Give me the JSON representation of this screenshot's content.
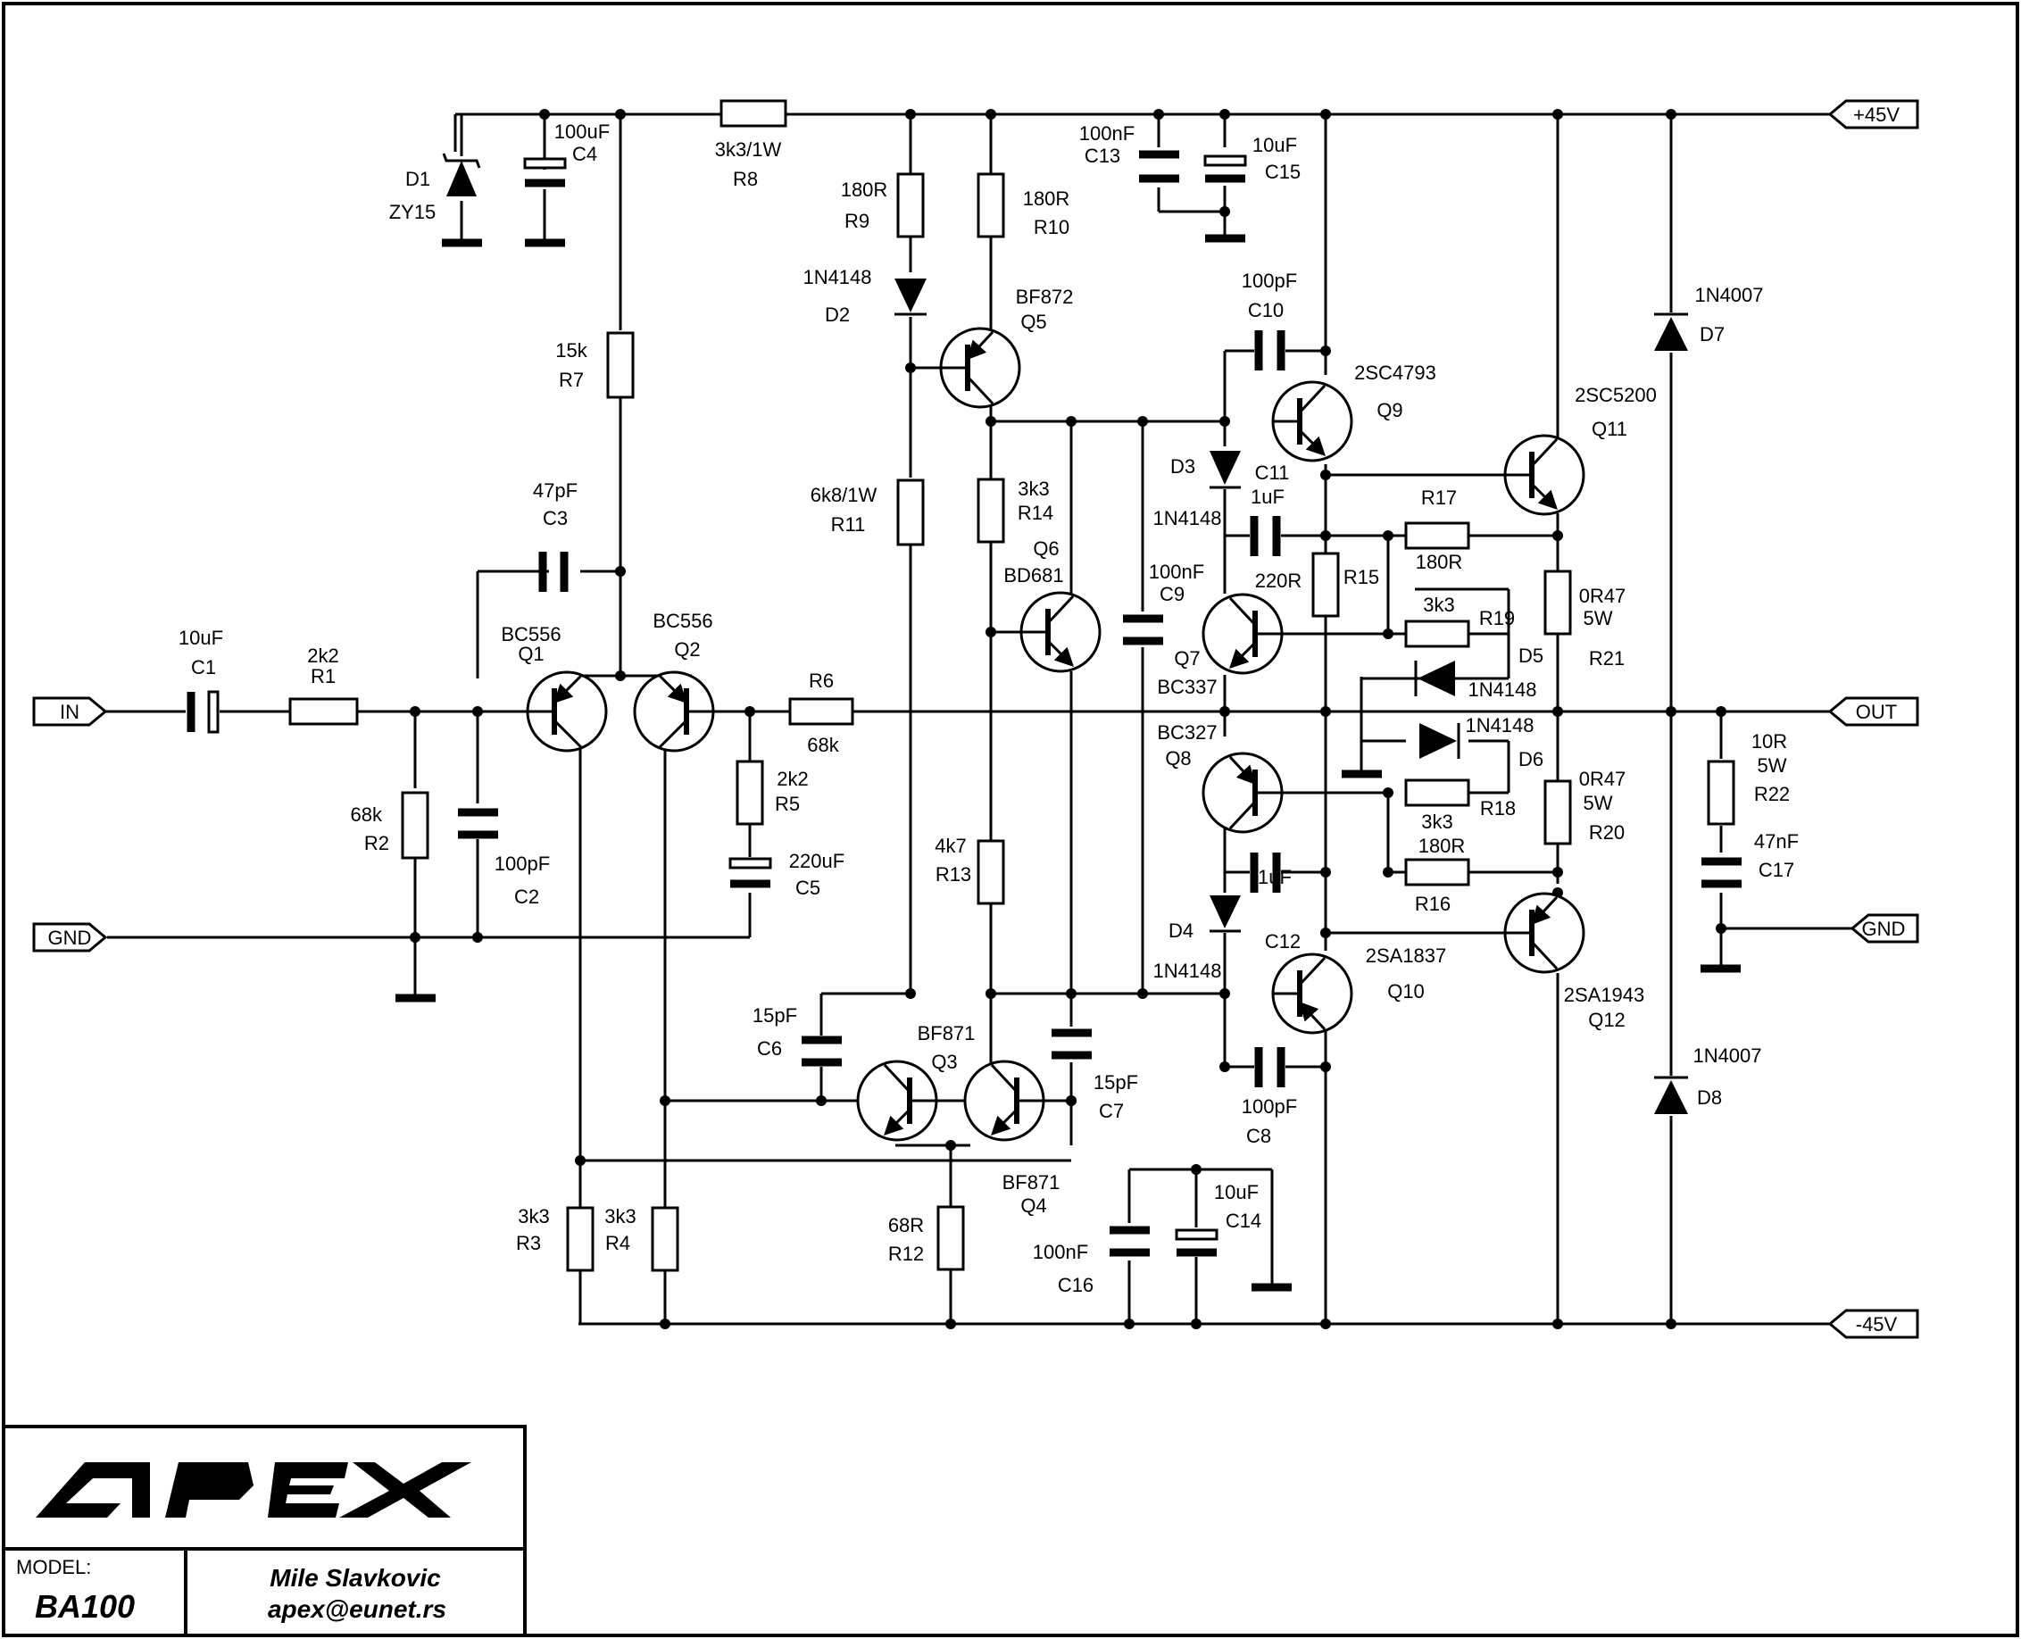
{
  "ports": {
    "in": "IN",
    "gnd_left": "GND",
    "plus": "+45V",
    "minus": "-45V",
    "out": "OUT",
    "gnd_right": "GND"
  },
  "components": {
    "c1": {
      "ref": "C1",
      "value": "10uF"
    },
    "r1": {
      "ref": "R1",
      "value": "2k2"
    },
    "r2": {
      "ref": "R2",
      "value": "68k"
    },
    "c2": {
      "ref": "C2",
      "value": "100pF"
    },
    "q1": {
      "ref": "Q1",
      "value": "BC556"
    },
    "q2": {
      "ref": "Q2",
      "value": "BC556"
    },
    "c3": {
      "ref": "C3",
      "value": "47pF"
    },
    "r7": {
      "ref": "R7",
      "value": "15k"
    },
    "d1": {
      "ref": "D1",
      "value": "ZY15"
    },
    "c4": {
      "ref": "C4",
      "value": "100uF"
    },
    "r8": {
      "ref": "R8",
      "value": "3k3/1W"
    },
    "r6": {
      "ref": "R6",
      "value": "68k"
    },
    "r5": {
      "ref": "R5",
      "value": "2k2"
    },
    "c5": {
      "ref": "C5",
      "value": "220uF"
    },
    "r3": {
      "ref": "R3",
      "value": "3k3"
    },
    "r4": {
      "ref": "R4",
      "value": "3k3"
    },
    "r9": {
      "ref": "R9",
      "value": "180R"
    },
    "d2": {
      "ref": "D2",
      "value": "1N4148"
    },
    "r11": {
      "ref": "R11",
      "value": "6k8/1W"
    },
    "r10": {
      "ref": "R10",
      "value": "180R"
    },
    "q5": {
      "ref": "Q5",
      "value": "BF872"
    },
    "r14": {
      "ref": "R14",
      "value": "3k3"
    },
    "q6": {
      "ref": "Q6",
      "value": "BD681"
    },
    "r13": {
      "ref": "R13",
      "value": "4k7"
    },
    "c6": {
      "ref": "C6",
      "value": "15pF"
    },
    "c7": {
      "ref": "C7",
      "value": "15pF"
    },
    "q3": {
      "ref": "Q3",
      "value": "BF871"
    },
    "q4": {
      "ref": "Q4",
      "value": "BF871"
    },
    "r12": {
      "ref": "R12",
      "value": "68R"
    },
    "c13": {
      "ref": "C13",
      "value": "100nF"
    },
    "c15": {
      "ref": "C15",
      "value": "10uF"
    },
    "c10": {
      "ref": "C10",
      "value": "100pF"
    },
    "q9": {
      "ref": "Q9",
      "value": "2SC4793"
    },
    "d3": {
      "ref": "D3",
      "value": "1N4148"
    },
    "c11": {
      "ref": "C11",
      "value": "1uF"
    },
    "c9": {
      "ref": "C9",
      "value": "100nF"
    },
    "r15": {
      "ref": "R15",
      "value": "220R"
    },
    "q7": {
      "ref": "Q7",
      "value": "BC337"
    },
    "q8": {
      "ref": "Q8",
      "value": "BC327"
    },
    "c12": {
      "ref": "C12",
      "value": "1uF"
    },
    "d4": {
      "ref": "D4",
      "value": "1N4148"
    },
    "q10": {
      "ref": "Q10",
      "value": "2SA1837"
    },
    "c8": {
      "ref": "C8",
      "value": "100pF"
    },
    "c16": {
      "ref": "C16",
      "value": "100nF"
    },
    "c14": {
      "ref": "C14",
      "value": "10uF"
    },
    "q11": {
      "ref": "Q11",
      "value": "2SC5200"
    },
    "r17": {
      "ref": "R17",
      "value": "180R"
    },
    "r19": {
      "ref": "R19",
      "value": "3k3"
    },
    "d5": {
      "ref": "D5",
      "value": "1N4148"
    },
    "d6": {
      "ref": "D6",
      "value": "1N4148"
    },
    "r18": {
      "ref": "R18",
      "value": "3k3"
    },
    "r16": {
      "ref": "R16",
      "value": "180R"
    },
    "q12": {
      "ref": "Q12",
      "value": "2SA1943"
    },
    "r21": {
      "ref": "R21",
      "value": "0R47",
      "value2": "5W"
    },
    "r20": {
      "ref": "R20",
      "value": "0R47",
      "value2": "5W"
    },
    "d7": {
      "ref": "D7",
      "value": "1N4007"
    },
    "d8": {
      "ref": "D8",
      "value": "1N4007"
    },
    "r22": {
      "ref": "R22",
      "value": "10R",
      "value2": "5W"
    },
    "c17": {
      "ref": "C17",
      "value": "47nF"
    }
  },
  "title_block": {
    "logo_text": "APEX",
    "model_label": "MODEL:",
    "model_value": "BA100",
    "author": "Mile Slavkovic",
    "email": "apex@eunet.rs"
  }
}
